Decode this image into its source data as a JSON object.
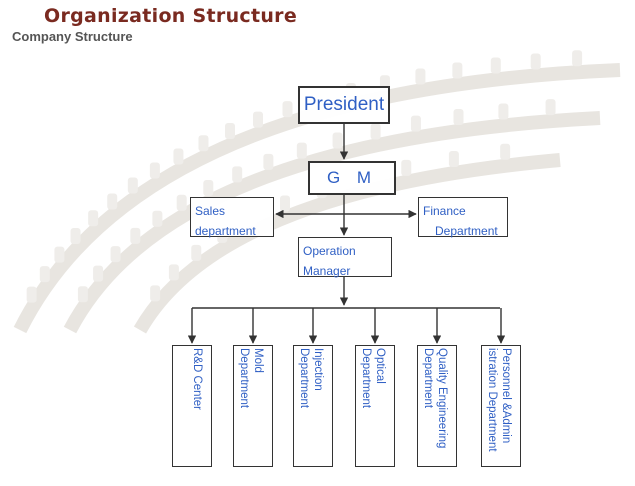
{
  "header": {
    "title": "Organization Structure",
    "subtitle": "Company Structure"
  },
  "org": {
    "president": "President",
    "gm": "G M",
    "sales": [
      "Sales",
      "department"
    ],
    "finance": [
      "Finance",
      "Department"
    ],
    "operation_manager": [
      "Operation",
      "Manager"
    ],
    "departments": [
      [
        "R&D Center"
      ],
      [
        "Mold",
        "Department"
      ],
      [
        "Injection",
        "Department"
      ],
      [
        "Optical",
        "Department"
      ],
      [
        "Quality Engineering",
        "Department"
      ],
      [
        "Personnel &Admin",
        "istration Department"
      ]
    ]
  },
  "colors": {
    "title": "#7a2a20",
    "node_text": "#2f5fc4",
    "connector": "#333333"
  }
}
